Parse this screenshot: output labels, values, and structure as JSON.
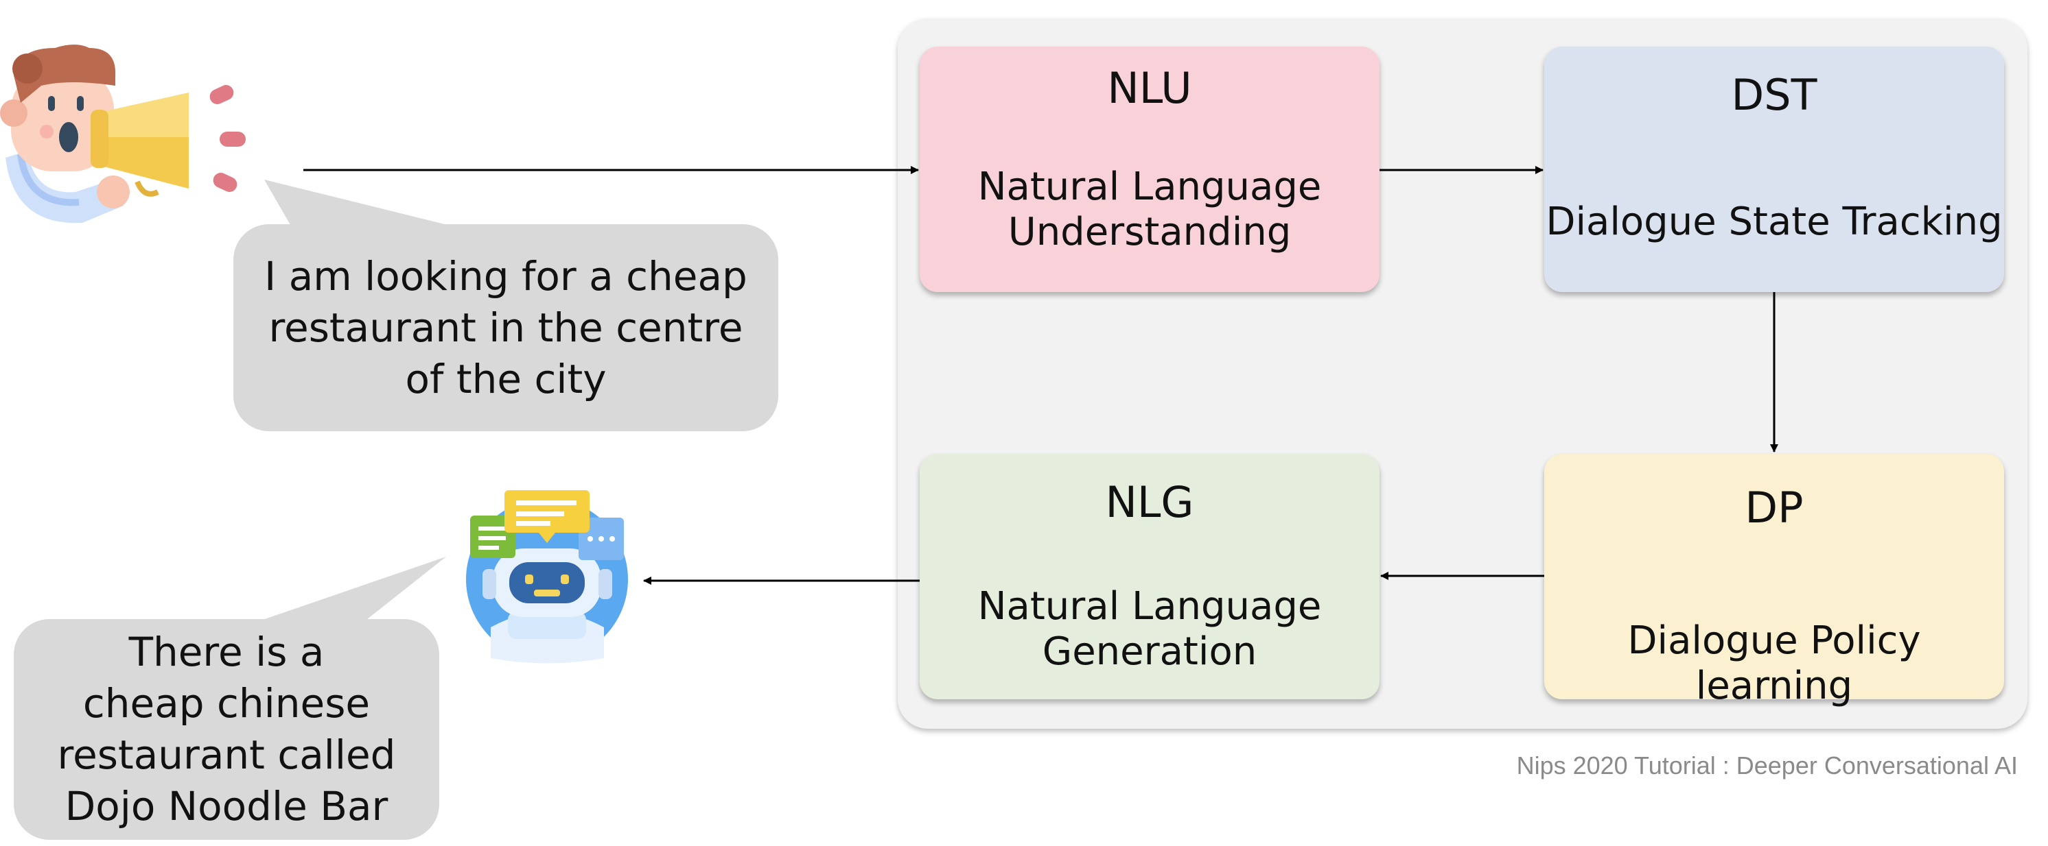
{
  "user_message": "I am looking for a cheap\nrestaurant in the centre\nof the city",
  "system_message": "There is a\ncheap chinese\nrestaurant called\nDojo Noodle Bar",
  "modules": {
    "nlu": {
      "abbr": "NLU",
      "full": "Natural Language\nUnderstanding",
      "color": "#f8d2d8"
    },
    "dst": {
      "abbr": "DST",
      "full": "Dialogue State Tracking",
      "color": "#dbe2ef"
    },
    "dp": {
      "abbr": "DP",
      "full": "Dialogue Policy learning",
      "color": "#fbf0cf"
    },
    "nlg": {
      "abbr": "NLG",
      "full": "Natural Language\nGeneration",
      "color": "#e5eedc"
    }
  },
  "credit": "Nips 2020 Tutorial : Deeper Conversational AI",
  "icons": {
    "user": "man-megaphone-icon",
    "bot": "chatbot-robot-icon"
  }
}
